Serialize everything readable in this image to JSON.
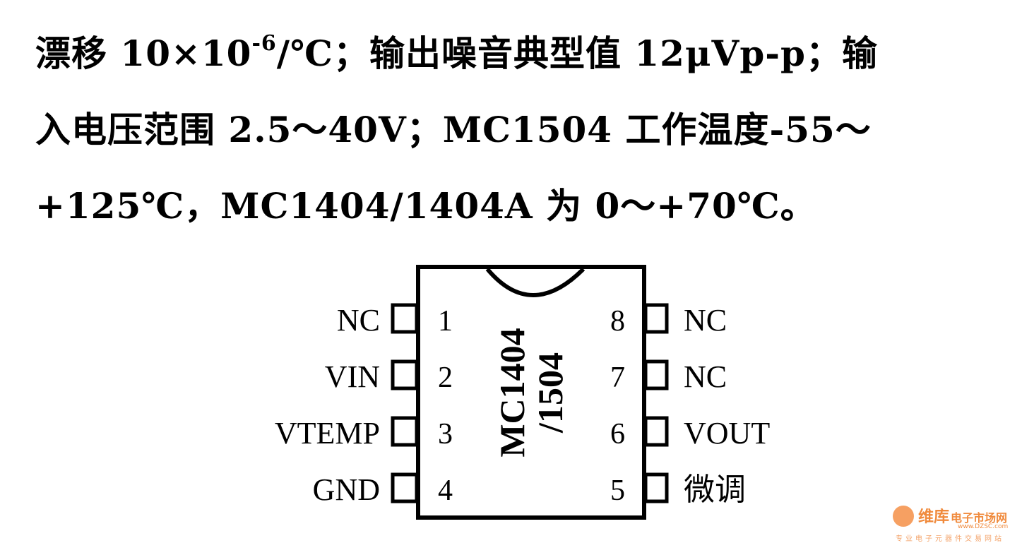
{
  "paragraph": {
    "line1_a": "漂移 10×10",
    "line1_exp": "-6",
    "line1_b": "/℃；输出噪音典型值 12μVp-p；输",
    "line2": "入电压范围 2.5～40V；MC1504 工作温度-55～",
    "line3": "+125℃，MC1404/1404A 为 0～+70℃。"
  },
  "chip": {
    "name_line1": "MC1404",
    "name_line2": "/1504",
    "pins_left": [
      {
        "num": "1",
        "label": "NC"
      },
      {
        "num": "2",
        "label": "VIN"
      },
      {
        "num": "3",
        "label": "VTEMP"
      },
      {
        "num": "4",
        "label": "GND"
      }
    ],
    "pins_right": [
      {
        "num": "8",
        "label": "NC"
      },
      {
        "num": "7",
        "label": "NC"
      },
      {
        "num": "6",
        "label": "VOUT"
      },
      {
        "num": "5",
        "label": "微调"
      }
    ]
  },
  "watermark": {
    "brand": "维库",
    "brand_sub": "电子市场网",
    "url": "www.DZSC.com",
    "tagline": "专业电子元器件交易网站"
  }
}
